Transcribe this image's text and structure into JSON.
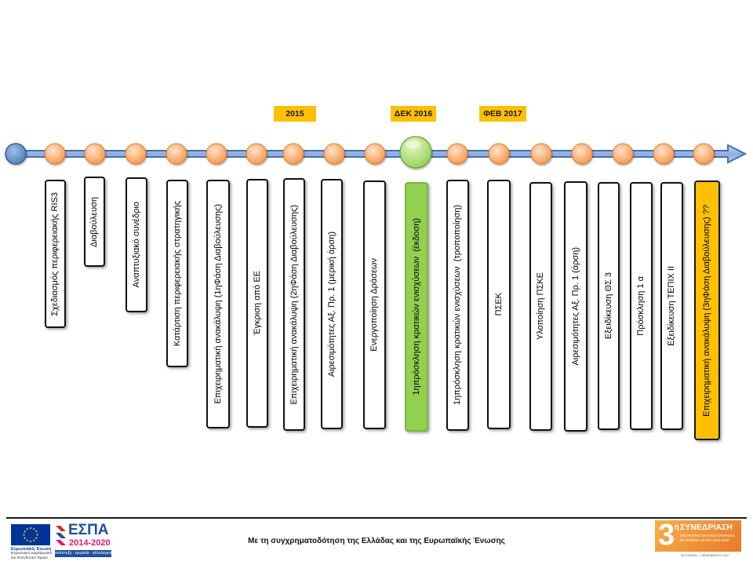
{
  "timeline": {
    "periods": [
      {
        "label": "2015"
      },
      {
        "label": "ΔΕΚ 2016"
      },
      {
        "label": "ΦΕΒ 2017"
      }
    ],
    "steps": [
      {
        "label": "Σχεδιασμός περιφερειακής RIS3"
      },
      {
        "label": "Διαβούλευση"
      },
      {
        "label": "Αναπτυξιακό συνέδριο"
      },
      {
        "label": "Κατάρτιση περιφερειακής στρατηγικής"
      },
      {
        "label": "Επιχειρηματική ανακάλυψη (1ηΦάση Διαβούλευσης)"
      },
      {
        "label": "Έγκριση από ΕΕ"
      },
      {
        "label": "Επιχειρηματική ανακάλυψη (2ηΦάση Διαβούλευσης)"
      },
      {
        "label": "Αιρεσιμότητες Αξ. Πρ. 1 (μερική άρση)"
      },
      {
        "label": "Ενεργοποίηση Δράσεων"
      },
      {
        "label": "1ηπρόσκληση κρατικών ενισχύσεων  (έκδοση)"
      },
      {
        "label": "1ηπρόσκληση κρατικών ενισχύσεων  (τροποποίηση)"
      },
      {
        "label": "ΠΣΕΚ"
      },
      {
        "label": "Υλοποίηση ΠΣΚΕ"
      },
      {
        "label": "Αιρεσιμότητες Αξ. Πρ. 1 (άρση)"
      },
      {
        "label": "Εξειδίκευση ΘΣ 3"
      },
      {
        "label": "Πρόσκληση 1 α"
      },
      {
        "label": "Εξειδίκευση ΤΕΠΙΧ ΙΙ"
      },
      {
        "label": "Επιχειρηματική ανακάλυψη (3ηΦάση Διαβούλευσης) ??"
      }
    ]
  },
  "footer": {
    "cofinancing_text": "Με τη συγχρηματοδότηση της Ελλάδας και της Ευρωπαϊκής Ένωσης",
    "eu_logo": {
      "line1": "Ευρωπαϊκή Ένωση",
      "line2": "Ευρωπαϊκό Διαρθρωτικό",
      "line3": "και Επενδυτικό Ταμείο"
    },
    "espa_logo": {
      "name": "ΕΣΠΑ",
      "period": "2014-2020",
      "motto": "ανάπτυξη - εργασία - αλληλεγγύη"
    },
    "event_logo": {
      "number": "3",
      "ordinal": "η",
      "title": "ΣΥΝΕΔΡΙΑΣΗ",
      "line1": "ΕΠΙΤΡΟΠΗΣ ΠΑΡΑΚΟΛΟΥΘΗΣΗΣ",
      "line2": "ΕΠ ΒΟΡΕΙΟ ΑΙΓΑΙΟ 2014-2020",
      "place_date": "ΜΥΤΙΛΗΝΗ, 7 ΔΕΚΕΜΒΡΙΟΥ 2017"
    }
  },
  "colors": {
    "timeline_arrow": "#3F6FB5",
    "node": "#F79646",
    "current_node": "#92D050",
    "period_label_bg": "#FFC000",
    "highlight_step_green": "#92D050",
    "highlight_step_orange": "#FFC000",
    "espa_blue": "#1D4F9E",
    "espa_red": "#E2196D",
    "eu_blue": "#003399",
    "eu_star": "#FFCC00",
    "event_logo_orange": "#E8782A"
  }
}
